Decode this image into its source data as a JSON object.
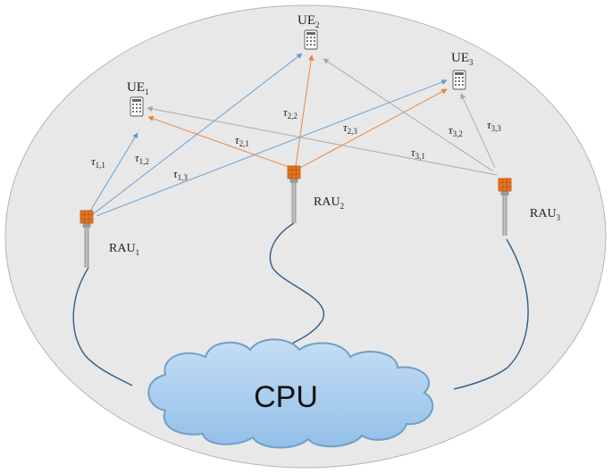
{
  "colors": {
    "background_ellipse": "#e8e8e8",
    "ellipse_stroke": "#b5b5b5",
    "link_rau1": "#5b9bd5",
    "link_rau2": "#ed7d31",
    "link_rau3": "#a6a6a6",
    "fiber": "#2e5c8a",
    "cloud_fill": "#a9cdee",
    "cloud_stroke": "#6f9fc9",
    "antenna_head": "#e8741f",
    "mast": "#a9a9a9"
  },
  "diagram": {
    "cpu_label": "CPU",
    "ues": [
      {
        "id": "ue1",
        "base": "UE",
        "sub": "1"
      },
      {
        "id": "ue2",
        "base": "UE",
        "sub": "2"
      },
      {
        "id": "ue3",
        "base": "UE",
        "sub": "3"
      }
    ],
    "raus": [
      {
        "id": "rau1",
        "base": "RAU",
        "sub": "1"
      },
      {
        "id": "rau2",
        "base": "RAU",
        "sub": "2"
      },
      {
        "id": "rau3",
        "base": "RAU",
        "sub": "3"
      }
    ],
    "delays": [
      {
        "id": "tau11",
        "base": "τ",
        "sub": "1,1"
      },
      {
        "id": "tau12",
        "base": "τ",
        "sub": "1,2"
      },
      {
        "id": "tau13",
        "base": "τ",
        "sub": "1,3"
      },
      {
        "id": "tau21",
        "base": "τ",
        "sub": "2,1"
      },
      {
        "id": "tau22",
        "base": "τ",
        "sub": "2,2"
      },
      {
        "id": "tau23",
        "base": "τ",
        "sub": "2,3"
      },
      {
        "id": "tau31",
        "base": "τ",
        "sub": "3,1"
      },
      {
        "id": "tau32",
        "base": "τ",
        "sub": "3,2"
      },
      {
        "id": "tau33",
        "base": "τ",
        "sub": "3,3"
      }
    ]
  }
}
